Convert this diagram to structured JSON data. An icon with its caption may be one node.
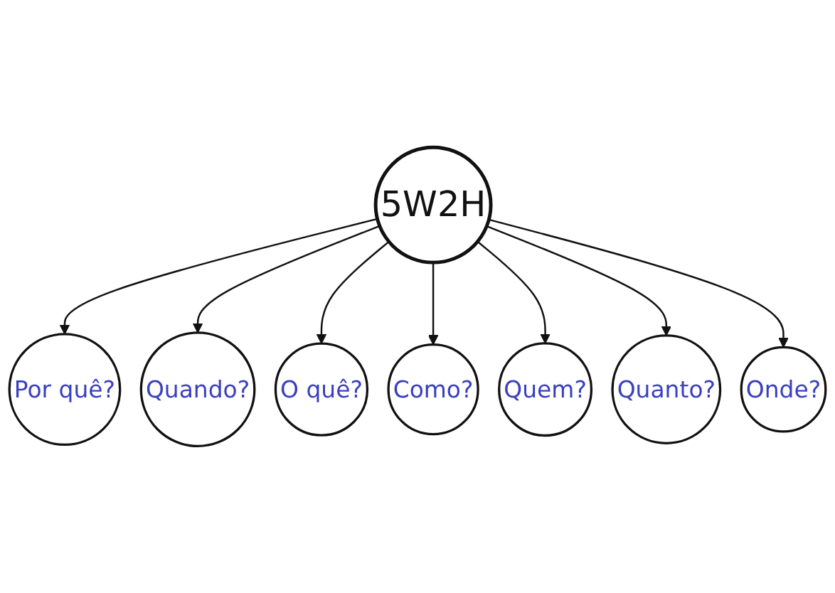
{
  "diagram": {
    "nodes": [
      {
        "text": [
          "Por quê?"
        ]
      },
      {
        "text": [
          "Quando?"
        ]
      },
      {
        "text": [
          "O quê?"
        ]
      },
      {
        "text": [
          "5W2H"
        ]
      },
      {
        "text": [
          "Como?"
        ]
      },
      {
        "text": [
          "Quem?"
        ]
      },
      {
        "text": [
          "Quanto?"
        ]
      },
      {
        "text": [
          "Onde?"
        ]
      }
    ],
    "edges": [
      {
        "from": 3,
        "to": 0,
        "arrow": "to"
      },
      {
        "from": 3,
        "to": 1,
        "arrow": "to"
      },
      {
        "from": 3,
        "to": 2,
        "arrow": "to"
      },
      {
        "from": 3,
        "to": 4,
        "arrow": "to"
      },
      {
        "from": 3,
        "to": 5,
        "arrow": "to"
      },
      {
        "from": 3,
        "to": 6,
        "arrow": "to"
      },
      {
        "from": 3,
        "to": 7,
        "arrow": "to"
      }
    ]
  }
}
